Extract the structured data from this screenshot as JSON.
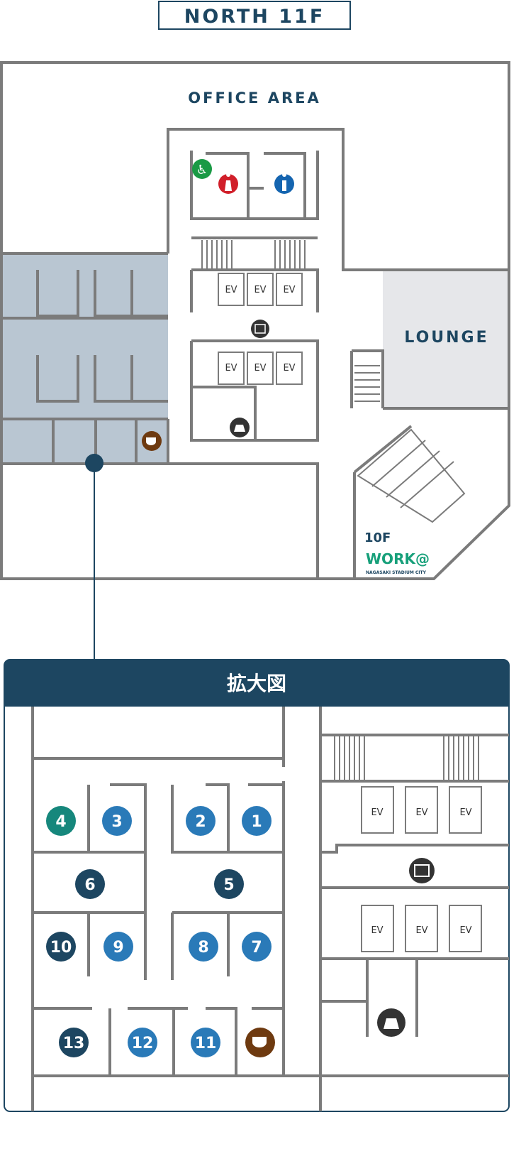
{
  "floor_title": "NORTH 11F",
  "areas": {
    "office": "OFFICE AREA",
    "lounge": "LOUNGE",
    "lower_floor": "10F"
  },
  "logo": {
    "name": "WORK@",
    "sub": "NAGASAKI STADIUM CITY"
  },
  "elevator_label": "EV",
  "enlarged_title": "拡大図",
  "icons": [
    "wheelchair-icon",
    "female-restroom-icon",
    "male-restroom-icon",
    "elevator-hall-icon",
    "kettle-icon",
    "coffee-icon"
  ],
  "colors": {
    "navy": "#1d4661",
    "blue": "#2a7ab8",
    "teal": "#16877c",
    "highlight": "#b9c6d2",
    "lounge": "#e6e7ea",
    "coffee": "#6e3a10"
  },
  "booths": [
    {
      "number": "1",
      "style": "blue"
    },
    {
      "number": "2",
      "style": "blue"
    },
    {
      "number": "3",
      "style": "blue"
    },
    {
      "number": "4",
      "style": "teal"
    },
    {
      "number": "5",
      "style": "navy"
    },
    {
      "number": "6",
      "style": "navy"
    },
    {
      "number": "7",
      "style": "blue"
    },
    {
      "number": "8",
      "style": "blue"
    },
    {
      "number": "9",
      "style": "blue"
    },
    {
      "number": "10",
      "style": "navy"
    },
    {
      "number": "11",
      "style": "blue"
    },
    {
      "number": "12",
      "style": "blue"
    },
    {
      "number": "13",
      "style": "navy"
    }
  ]
}
